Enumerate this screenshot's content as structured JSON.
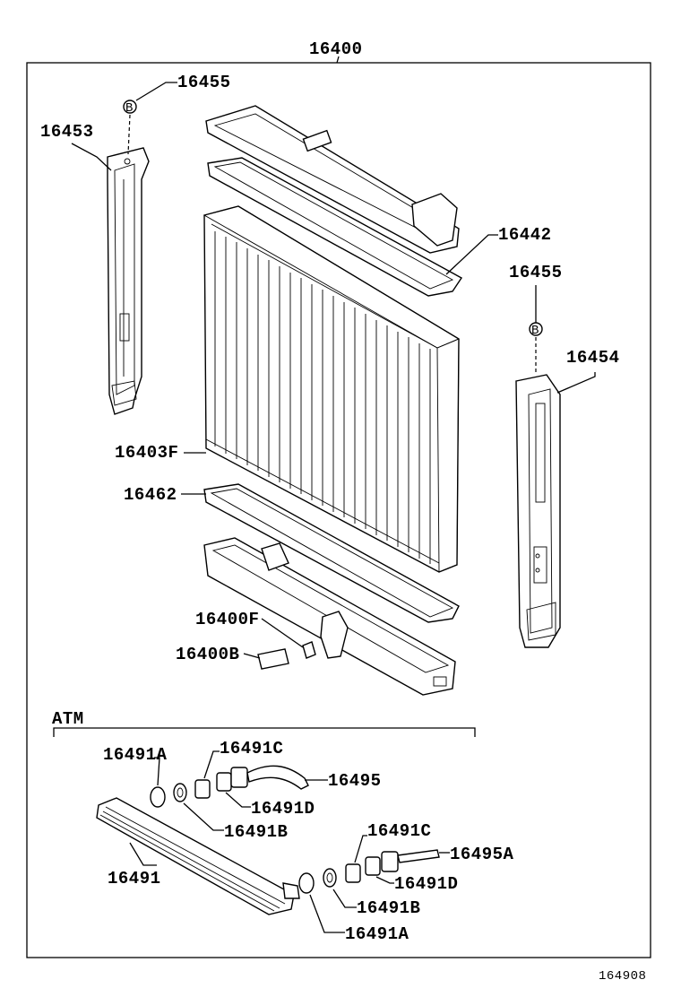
{
  "diagram": {
    "assembly_label": "16400",
    "section_label": "ATM",
    "figure_code": "164908",
    "parts": {
      "p16455_left": "16455",
      "p16453": "16453",
      "p16442": "16442",
      "p16455_right": "16455",
      "p16454": "16454",
      "p16403F": "16403F",
      "p16462": "16462",
      "p16400F": "16400F",
      "p16400B": "16400B",
      "p16491A_top": "16491A",
      "p16491C_top": "16491C",
      "p16495": "16495",
      "p16491D_top": "16491D",
      "p16491B_top": "16491B",
      "p16491C_bot": "16491C",
      "p16495A": "16495A",
      "p16491": "16491",
      "p16491D_bot": "16491D",
      "p16491B_bot": "16491B",
      "p16491A_bot": "16491A"
    },
    "bolt_marker": "B"
  }
}
